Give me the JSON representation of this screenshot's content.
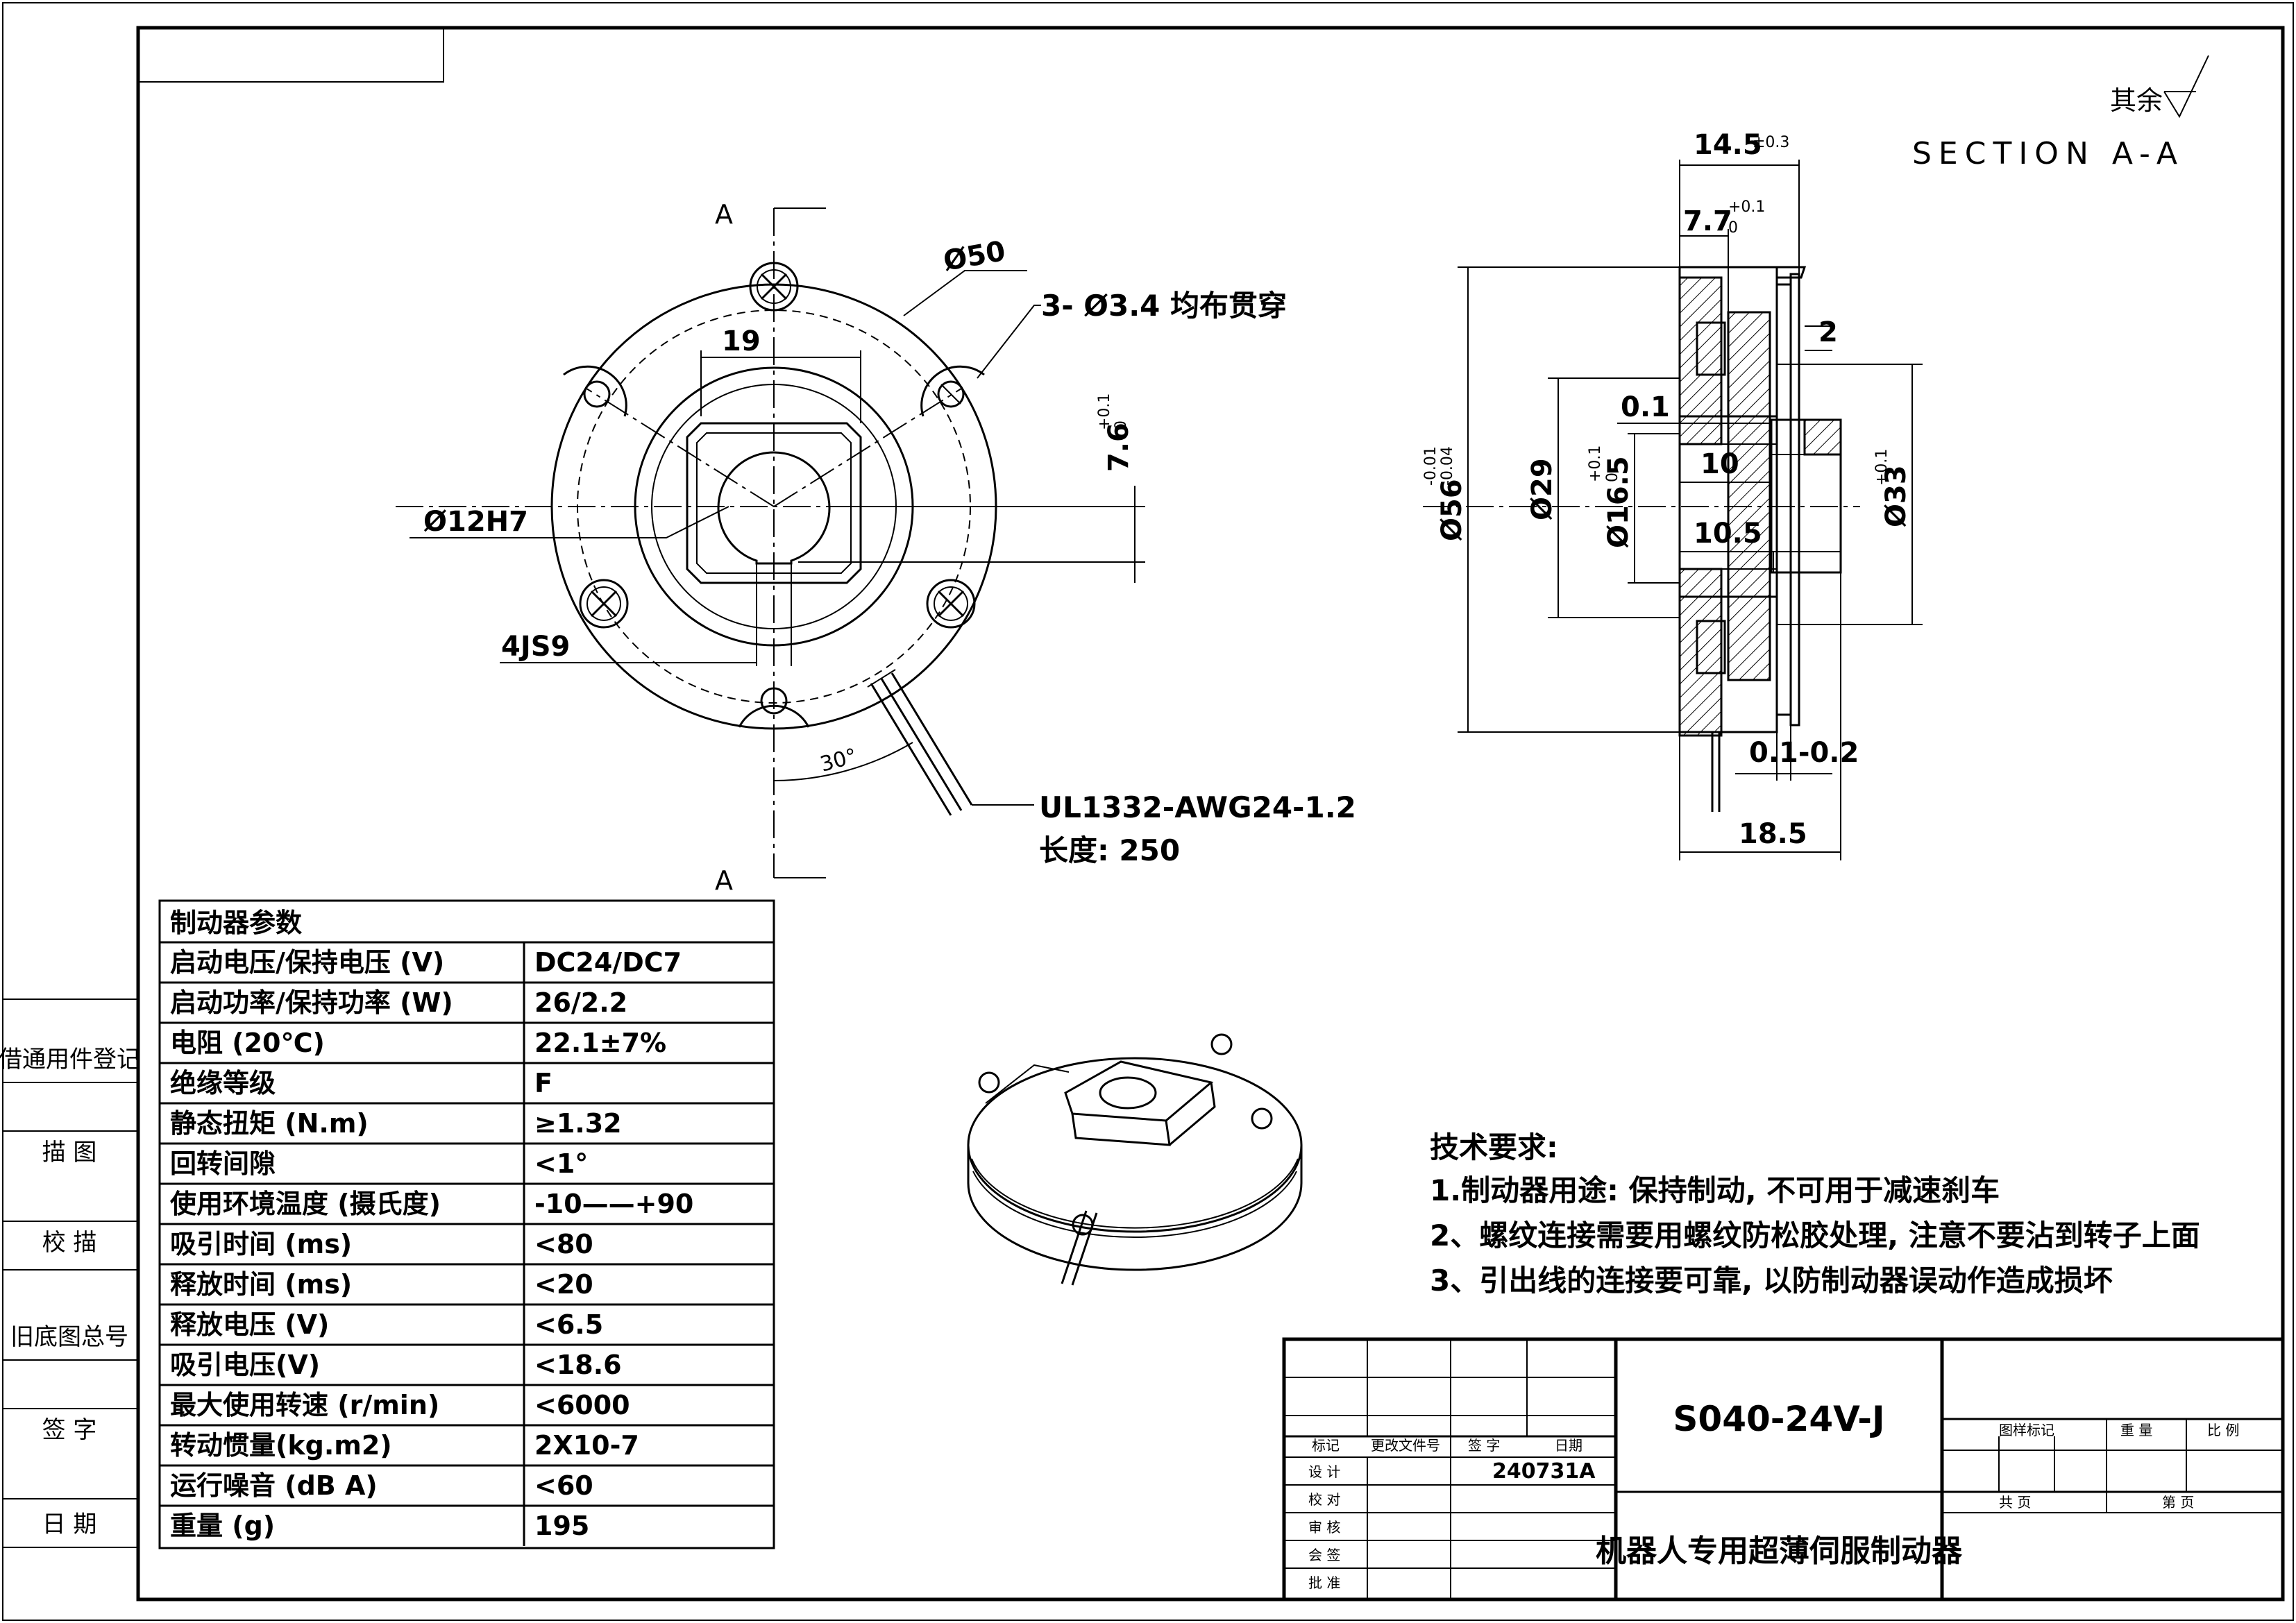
{
  "drawing": {
    "roughness": "其余",
    "section_title": "SECTION  A-A",
    "section_marks": [
      "A",
      "A"
    ],
    "front_view": {
      "dia_50": "Ø50",
      "holes": "3- Ø3.4 均布贯穿",
      "dim_19": "19",
      "dim_76": "7.6",
      "tol_76_upper": "+0.1",
      "tol_76_lower": "0",
      "bore": "Ø12H7",
      "keyway": "4JS9",
      "angle": "30°",
      "cable": "UL1332-AWG24-1.2",
      "length": "长度: 250"
    },
    "section_view": {
      "d145": "14.5",
      "d145_tol": "±0.3",
      "d77": "7.7",
      "d77_upper": "+0.1",
      "d77_lower": "0",
      "d2": "2",
      "d01": "0.1",
      "d10": "10",
      "d105": "10.5",
      "d56": "Ø56",
      "d56_upper": "-0.01",
      "d56_lower": "-0.04",
      "d29": "Ø29",
      "d165": "Ø16.5",
      "d165_upper": "+0.1",
      "d165_lower": "0",
      "d33": "Ø33",
      "d33_tol": "+0.1",
      "gap": "0.1-0.2",
      "d185": "18.5"
    }
  },
  "params": {
    "title": "制动器参数",
    "rows": [
      [
        "启动电压/保持电压 (V)",
        "DC24/DC7"
      ],
      [
        "启动功率/保持功率  (W)",
        "26/2.2"
      ],
      [
        "电阻 (20℃)",
        "22.1±7%"
      ],
      [
        "绝缘等级",
        "F"
      ],
      [
        "静态扭矩 (N.m)",
        "≥1.32"
      ],
      [
        "回转间隙",
        "<1°"
      ],
      [
        "使用环境温度 (摄氏度)",
        "-10——+90"
      ],
      [
        "吸引时间 (ms)",
        "<80"
      ],
      [
        "释放时间 (ms)",
        "<20"
      ],
      [
        "释放电压 (V)",
        "<6.5"
      ],
      [
        "吸引电压(V)",
        "<18.6"
      ],
      [
        "最大使用转速 (r/min)",
        "<6000"
      ],
      [
        "转动惯量(kg.m2)",
        "2X10-7"
      ],
      [
        "运行噪音 (dB A)",
        "<60"
      ],
      [
        "重量 (g)",
        "195"
      ]
    ]
  },
  "tech_req": {
    "heading": "技术要求:",
    "items": [
      "1.制动器用途: 保持制动, 不可用于减速刹车",
      "2、螺纹连接需要用螺纹防松胶处理, 注意不要沾到转子上面",
      "3、引出线的连接要可靠, 以防制动器误动作造成损坏"
    ]
  },
  "title_block": {
    "model": "S040-24V-J",
    "name": "机器人专用超薄伺服制动器",
    "headers": [
      "标记",
      "更改文件号",
      "签 字",
      "日期"
    ],
    "roles": [
      "设 计",
      "校 对",
      "审 核",
      "会 签",
      "批 准"
    ],
    "design_code": "240731A",
    "right_top": [
      "图样标记",
      "重 量",
      "比 例"
    ],
    "right_bottom": [
      "共  页",
      "第  页"
    ]
  },
  "side_strip": [
    "借通用件登记",
    "描 图",
    "校 描",
    "旧底图总号",
    "签 字",
    "日 期"
  ]
}
